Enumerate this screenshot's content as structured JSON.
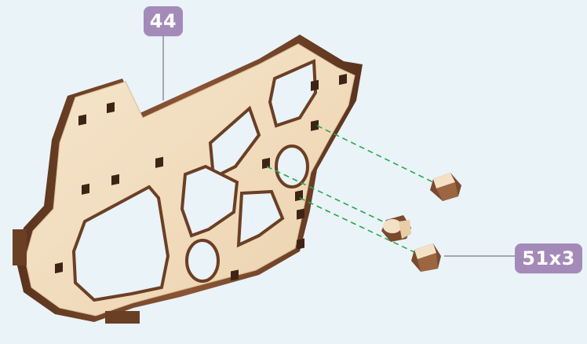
{
  "labels": {
    "part_number": "44",
    "peg_callout": "51x3"
  },
  "colors": {
    "background": "#e9f3f8",
    "badge": "#a48ab9",
    "wood_face": "#f4e1c5",
    "wood_edge": "#7a4a2e",
    "wood_edge_dark": "#5a331d",
    "guide_line": "#2aa84a",
    "leader_line": "#8e8e98"
  },
  "icons": [
    "wooden-panel",
    "peg-connector"
  ]
}
